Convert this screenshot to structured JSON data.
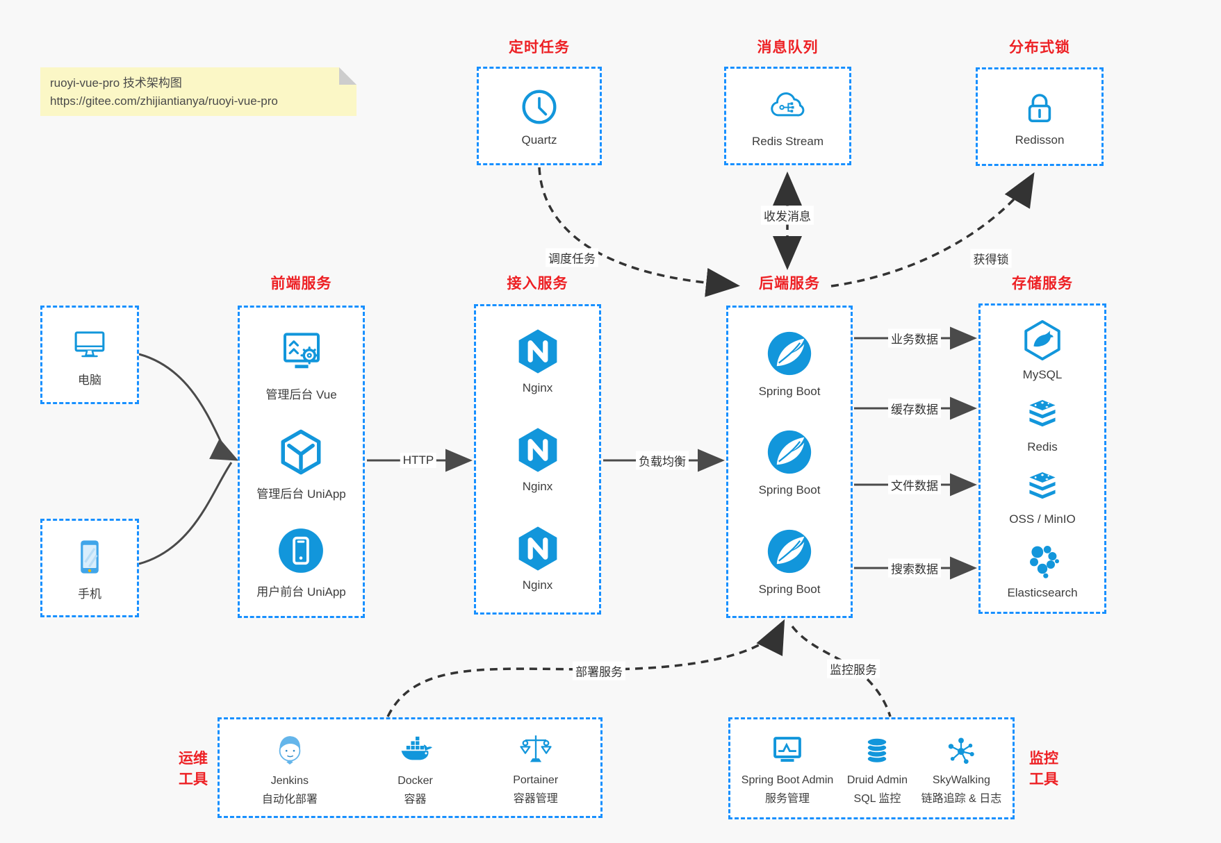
{
  "note": {
    "line1": "ruoyi-vue-pro 技术架构图",
    "line2": "https://gitee.com/zhijiantianya/ruoyi-vue-pro"
  },
  "colors": {
    "icon_blue": "#1296db",
    "dash_blue": "#1890ff",
    "title_red": "#ed2024",
    "solid_arrow": "#4a4a4a",
    "dashed_arrow": "#333333",
    "page_bg": "#f8f8f8",
    "note_bg": "#fbf7c6"
  },
  "top_groups": [
    {
      "title": "定时任务",
      "item": {
        "icon": "clock-icon",
        "label": "Quartz"
      }
    },
    {
      "title": "消息队列",
      "item": {
        "icon": "cloud-stream-icon",
        "label": "Redis Stream"
      }
    },
    {
      "title": "分布式锁",
      "item": {
        "icon": "padlock-icon",
        "label": "Redisson"
      }
    }
  ],
  "clients": [
    {
      "icon": "desktop-icon",
      "label": "电脑"
    },
    {
      "icon": "smartphone-icon",
      "label": "手机"
    }
  ],
  "columns": [
    {
      "title": "前端服务",
      "items": [
        {
          "icon": "admin-vue-icon",
          "label": "管理后台 Vue"
        },
        {
          "icon": "uniapp-cube-icon",
          "label": "管理后台 UniApp"
        },
        {
          "icon": "user-app-icon",
          "label": "用户前台 UniApp"
        }
      ]
    },
    {
      "title": "接入服务",
      "items": [
        {
          "icon": "nginx-icon",
          "label": "Nginx"
        },
        {
          "icon": "nginx-icon",
          "label": "Nginx"
        },
        {
          "icon": "nginx-icon",
          "label": "Nginx"
        }
      ]
    },
    {
      "title": "后端服务",
      "items": [
        {
          "icon": "spring-boot-icon",
          "label": "Spring Boot"
        },
        {
          "icon": "spring-boot-icon",
          "label": "Spring Boot"
        },
        {
          "icon": "spring-boot-icon",
          "label": "Spring Boot"
        }
      ]
    },
    {
      "title": "存储服务",
      "items": [
        {
          "icon": "mysql-icon",
          "label": "MySQL"
        },
        {
          "icon": "redis-stack-icon",
          "label": "Redis"
        },
        {
          "icon": "oss-stack-icon",
          "label": "OSS / MinIO"
        },
        {
          "icon": "elasticsearch-icon",
          "label": "Elasticsearch"
        }
      ]
    }
  ],
  "bottom_groups": [
    {
      "title_lines": [
        "运维",
        "工具"
      ],
      "items": [
        {
          "icon": "jenkins-icon",
          "label": "Jenkins",
          "sublabel": "自动化部署"
        },
        {
          "icon": "docker-icon",
          "label": "Docker",
          "sublabel": "容器"
        },
        {
          "icon": "portainer-icon",
          "label": "Portainer",
          "sublabel": "容器管理"
        }
      ]
    },
    {
      "title_lines": [
        "监控",
        "工具"
      ],
      "items": [
        {
          "icon": "spring-boot-admin-icon",
          "label": "Spring Boot Admin",
          "sublabel": "服务管理"
        },
        {
          "icon": "druid-icon",
          "label": "Druid Admin",
          "sublabel": "SQL 监控"
        },
        {
          "icon": "skywalking-icon",
          "label": "SkyWalking",
          "sublabel": "链路追踪 & 日志"
        }
      ]
    }
  ],
  "edge_labels": {
    "http": "HTTP",
    "load_balance": "负载均衡",
    "business_data": "业务数据",
    "cache_data": "缓存数据",
    "file_data": "文件数据",
    "search_data": "搜索数据",
    "schedule_task": "调度任务",
    "send_receive_message": "收发消息",
    "acquire_lock": "获得锁",
    "deploy_service": "部署服务",
    "monitor_service": "监控服务"
  }
}
